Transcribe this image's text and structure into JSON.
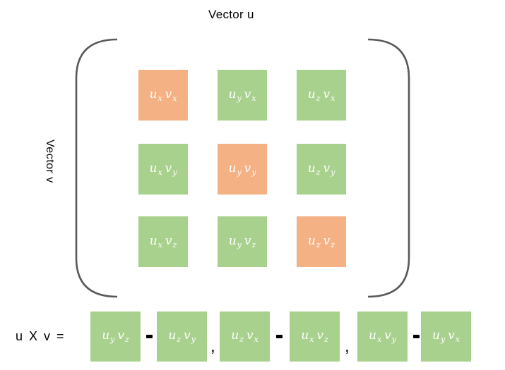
{
  "title": "Vector u",
  "left_label": "Vector v",
  "colors": {
    "green": "#A9D18E",
    "orange": "#F4B183",
    "bracket": "#595959",
    "math_text": "#FFFFFF"
  },
  "matrix": {
    "cells": [
      {
        "u": "u",
        "us": "x",
        "v": "v",
        "vs": "x",
        "tone": "orange"
      },
      {
        "u": "u",
        "us": "y",
        "v": "v",
        "vs": "x",
        "tone": "green"
      },
      {
        "u": "u",
        "us": "z",
        "v": "v",
        "vs": "x",
        "tone": "green"
      },
      {
        "u": "u",
        "us": "x",
        "v": "v",
        "vs": "y",
        "tone": "green"
      },
      {
        "u": "u",
        "us": "y",
        "v": "v",
        "vs": "y",
        "tone": "orange"
      },
      {
        "u": "u",
        "us": "z",
        "v": "v",
        "vs": "y",
        "tone": "green"
      },
      {
        "u": "u",
        "us": "x",
        "v": "v",
        "vs": "z",
        "tone": "green"
      },
      {
        "u": "u",
        "us": "y",
        "v": "v",
        "vs": "z",
        "tone": "green"
      },
      {
        "u": "u",
        "us": "z",
        "v": "v",
        "vs": "z",
        "tone": "orange"
      }
    ]
  },
  "formula": {
    "lhs": "u X v =",
    "terms": [
      {
        "u": "u",
        "us": "y",
        "v": "v",
        "vs": "z"
      },
      {
        "u": "u",
        "us": "z",
        "v": "v",
        "vs": "y"
      },
      {
        "u": "u",
        "us": "z",
        "v": "v",
        "vs": "x"
      },
      {
        "u": "u",
        "us": "x",
        "v": "v",
        "vs": "z"
      },
      {
        "u": "u",
        "us": "x",
        "v": "v",
        "vs": "y"
      },
      {
        "u": "u",
        "us": "y",
        "v": "v",
        "vs": "x"
      }
    ],
    "separators": {
      "comma": ","
    }
  }
}
